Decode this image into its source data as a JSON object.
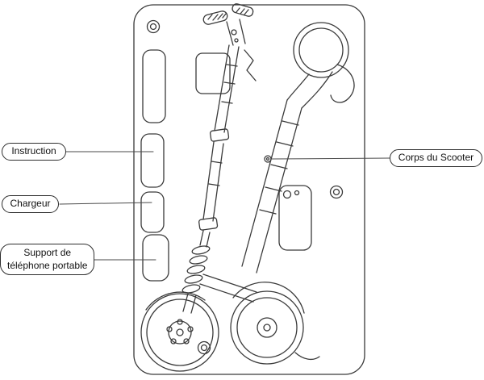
{
  "callouts": {
    "instruction": "Instruction",
    "charger": "Chargeur",
    "phone_support": "Support de\ntéléphone portable",
    "scooter_body": "Corps du Scooter"
  },
  "colors": {
    "line": "#3a3a3a",
    "leader_line": "#4a4a4a",
    "label_border": "#2e2e2e",
    "background": "#ffffff",
    "text": "#111111"
  },
  "diagram": {
    "type": "packaging-layout",
    "parts": [
      "packaging-tray",
      "top-compartment",
      "instruction-compartment",
      "charger-compartment",
      "phone-holder-compartment",
      "folded-scooter",
      "handlebar",
      "steering-stem",
      "suspension-spring",
      "front-wheel",
      "rear-wheel",
      "battery-compartment"
    ]
  }
}
